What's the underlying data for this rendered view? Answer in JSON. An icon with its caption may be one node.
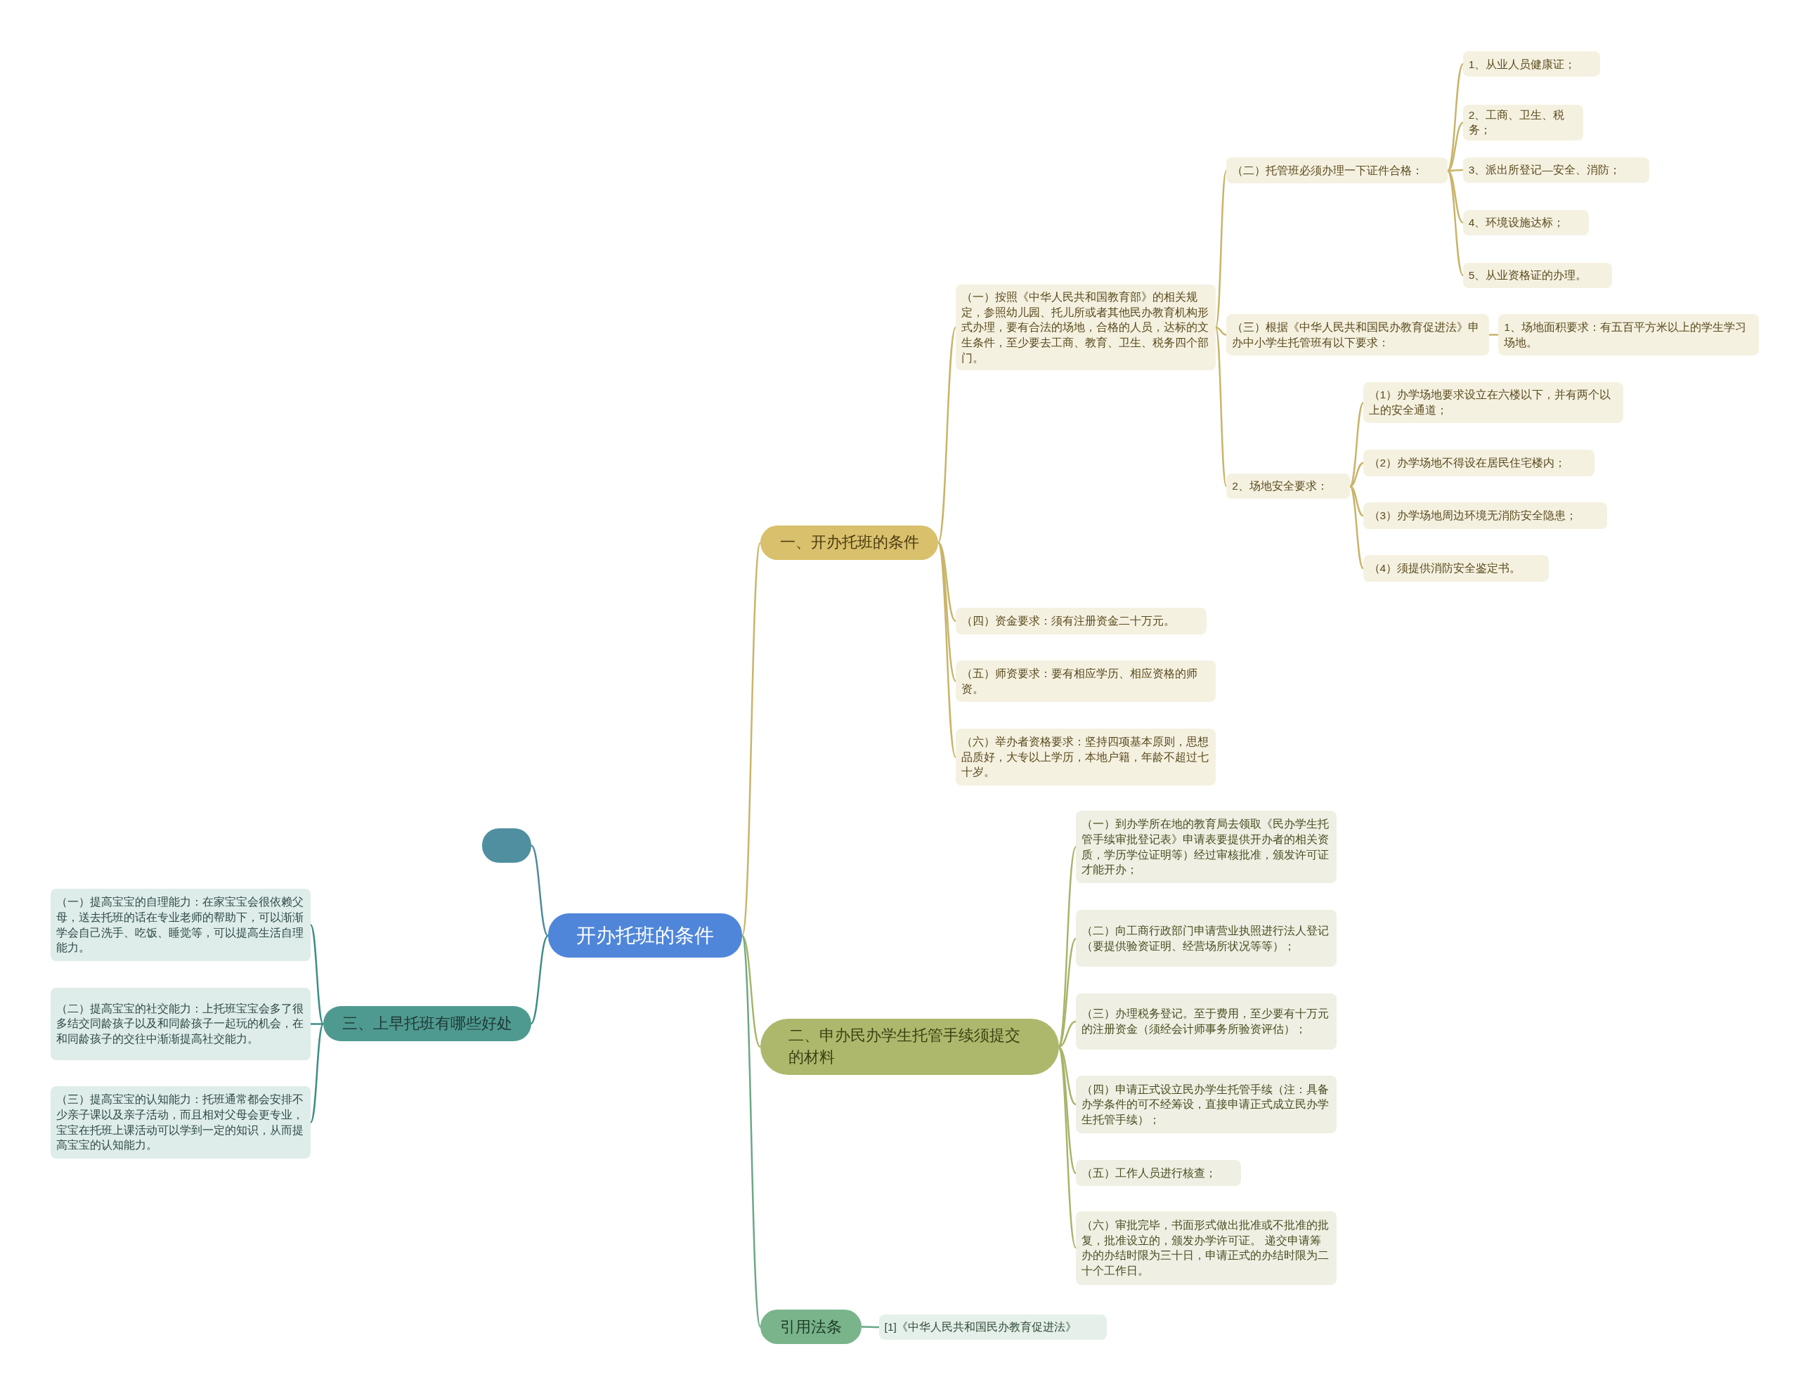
{
  "diagram": {
    "nodes": [
      {
        "text": [
          "开办托班的条件"
        ]
      },
      {
        "text": [
          "一、开办托班的条件"
        ]
      },
      {
        "text": [
          "（一）按照《中华人民共和国教育部》的相关规定，参照幼儿园、托儿所或者其他民办教育机构形式办理，要有合法的场地，合格的人员，达标的文生条件，至少要去工商、教育、卫生、税务四个部门。"
        ]
      },
      {
        "text": [
          "（二）托管班必须办理一下证件合格："
        ]
      },
      {
        "text": [
          "1、从业人员健康证；"
        ]
      },
      {
        "text": [
          "2、工商、卫生、税务；"
        ]
      },
      {
        "text": [
          "3、派出所登记—安全、消防；"
        ]
      },
      {
        "text": [
          "4、环境设施达标；"
        ]
      },
      {
        "text": [
          "5、从业资格证的办理。"
        ]
      },
      {
        "text": [
          "（三）根据《中华人民共和国民办教育促进法》申办中小学生托管班有以下要求："
        ]
      },
      {
        "text": [
          "1、场地面积要求：有五百平方米以上的学生学习场地。"
        ]
      },
      {
        "text": [
          "2、场地安全要求："
        ]
      },
      {
        "text": [
          "（1）办学场地要求设立在六楼以下，并有两个以上的安全通道；"
        ]
      },
      {
        "text": [
          "（2）办学场地不得设在居民住宅楼内；"
        ]
      },
      {
        "text": [
          "（3）办学场地周边环境无消防安全隐患；"
        ]
      },
      {
        "text": [
          "（4）须提供消防安全鉴定书。"
        ]
      },
      {
        "text": [
          "（四）资金要求：须有注册资金二十万元。"
        ]
      },
      {
        "text": [
          "（五）师资要求：要有相应学历、相应资格的师资。"
        ]
      },
      {
        "text": [
          "（六）举办者资格要求：坚持四项基本原则，思想品质好，大专以上学历，本地户籍，年龄不超过七十岁。"
        ]
      },
      {
        "text": [],
        "shape": "box"
      },
      {
        "text": [
          "二、申办民办学生托管手续须提交的材料"
        ]
      },
      {
        "text": [
          "（一）到办学所在地的教育局去领取《民办学生托管手续审批登记表》申请表要提供开办者的相关资质，学历学位证明等）经过审核批准，颁发许可证才能开办；"
        ]
      },
      {
        "text": [
          "（二）向工商行政部门申请营业执照进行法人登记（要提供验资证明、经营场所状况等等）；"
        ]
      },
      {
        "text": [
          "（三）办理税务登记。至于费用，至少要有十万元的注册资金（须经会计师事务所验资评估）；"
        ]
      },
      {
        "text": [
          "（四）申请正式设立民办学生托管手续（注：具备办学条件的可不经筹设，直接申请正式成立民办学生托管手续）；"
        ]
      },
      {
        "text": [
          "（五）工作人员进行核查；"
        ]
      },
      {
        "text": [
          "（六）审批完毕，书面形式做出批准或不批准的批复，批准设立的，颁发办学许可证。 递交申请筹办的办结时限为三十日，申请正式的办结时限为二十个工作日。"
        ]
      },
      {
        "text": [
          "三、上早托班有哪些好处"
        ]
      },
      {
        "text": [
          "（一）提高宝宝的自理能力：在家宝宝会很依赖父母，送去托班的话在专业老师的帮助下，可以渐渐学会自己洗手、吃饭、睡觉等，可以提高生活自理能力。"
        ]
      },
      {
        "text": [
          "（二）提高宝宝的社交能力：上托班宝宝会多了很多结交同龄孩子以及和同龄孩子一起玩的机会，在和同龄孩子的交往中渐渐提高社交能力。"
        ]
      },
      {
        "text": [
          "（三）提高宝宝的认知能力：托班通常都会安排不少亲子课以及亲子活动，而且相对父母会更专业，宝宝在托班上课活动可以学到一定的知识，从而提高宝宝的认知能力。"
        ]
      },
      {
        "text": [
          "引用法条"
        ]
      },
      {
        "text": [
          "[1]《中华人民共和国民办教育促进法》"
        ]
      }
    ],
    "edges": [
      {
        "from": 0,
        "to": 1,
        "arrow": "none"
      },
      {
        "from": 1,
        "to": 2,
        "arrow": "none"
      },
      {
        "from": 2,
        "to": 3,
        "arrow": "none"
      },
      {
        "from": 3,
        "to": 4,
        "arrow": "none"
      },
      {
        "from": 3,
        "to": 5,
        "arrow": "none"
      },
      {
        "from": 3,
        "to": 6,
        "arrow": "none"
      },
      {
        "from": 3,
        "to": 7,
        "arrow": "none"
      },
      {
        "from": 3,
        "to": 8,
        "arrow": "none"
      },
      {
        "from": 2,
        "to": 9,
        "arrow": "none"
      },
      {
        "from": 9,
        "to": 10,
        "arrow": "none"
      },
      {
        "from": 2,
        "to": 11,
        "arrow": "none"
      },
      {
        "from": 11,
        "to": 12,
        "arrow": "none"
      },
      {
        "from": 11,
        "to": 13,
        "arrow": "none"
      },
      {
        "from": 11,
        "to": 14,
        "arrow": "none"
      },
      {
        "from": 11,
        "to": 15,
        "arrow": "none"
      },
      {
        "from": 1,
        "to": 16,
        "arrow": "none"
      },
      {
        "from": 1,
        "to": 17,
        "arrow": "none"
      },
      {
        "from": 1,
        "to": 18,
        "arrow": "none"
      },
      {
        "from": 0,
        "to": 19,
        "arrow": "none",
        "color": "#4f8a9a"
      },
      {
        "from": 0,
        "to": 20,
        "arrow": "none",
        "color": "#a9b36a"
      },
      {
        "from": 20,
        "to": 21,
        "arrow": "none",
        "color": "#a9b36a"
      },
      {
        "from": 20,
        "to": 22,
        "arrow": "none",
        "color": "#a9b36a"
      },
      {
        "from": 20,
        "to": 23,
        "arrow": "none",
        "color": "#a9b36a"
      },
      {
        "from": 20,
        "to": 24,
        "arrow": "none",
        "color": "#a9b36a"
      },
      {
        "from": 20,
        "to": 25,
        "arrow": "none",
        "color": "#a9b36a"
      },
      {
        "from": 20,
        "to": 26,
        "arrow": "none",
        "color": "#a9b36a"
      },
      {
        "from": 0,
        "to": 27,
        "arrow": "none",
        "color": "#3f8c86"
      },
      {
        "from": 27,
        "to": 28,
        "arrow": "none",
        "color": "#3f8c86"
      },
      {
        "from": 27,
        "to": 29,
        "arrow": "none",
        "color": "#3f8c86"
      },
      {
        "from": 27,
        "to": 30,
        "arrow": "none",
        "color": "#3f8c86"
      },
      {
        "from": 0,
        "to": 31,
        "arrow": "none",
        "color": "#6aa886"
      },
      {
        "from": 31,
        "to": 32,
        "arrow": "none",
        "color": "#6aa886"
      }
    ]
  }
}
